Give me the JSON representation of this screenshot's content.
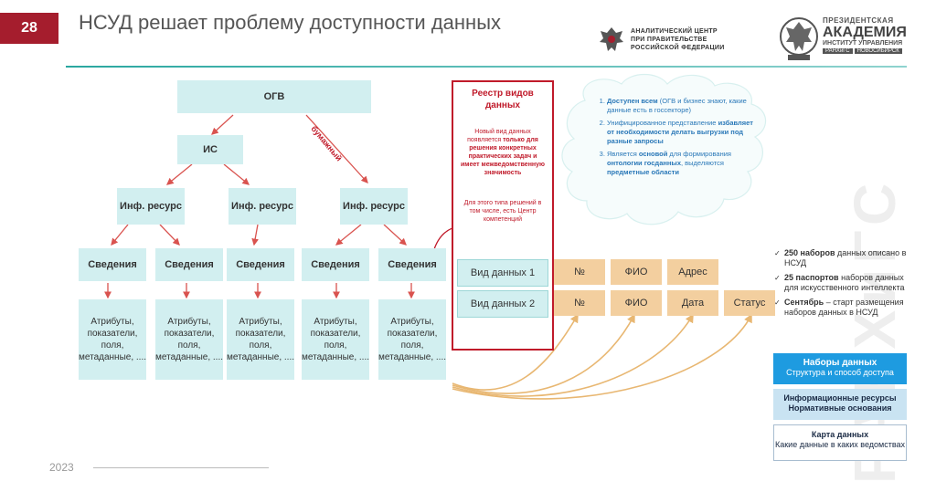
{
  "slide": {
    "number": "28",
    "title": "НСУД решает проблему доступности данных",
    "year": "2023",
    "watermark": "РАНХиГС"
  },
  "logos": {
    "analytic_center": [
      "АНАЛИТИЧЕСКИЙ ЦЕНТР",
      "ПРИ ПРАВИТЕЛЬСТВЕ",
      "РОССИЙСКОЙ ФЕДЕРАЦИИ"
    ],
    "academy": {
      "line1": "ПРЕЗИДЕНТСКАЯ",
      "line2": "АКАДЕМИЯ",
      "line3": "ИНСТИТУТ УПРАВЛЕНИЯ",
      "tag1": "РАНХиГС",
      "tag2": "НОВОСИБИРСК"
    }
  },
  "tree": {
    "ogv": "ОГВ",
    "is": "ИС",
    "paper_label": "бумажный",
    "inf_resource": "Инф. ресурс",
    "svedeniya": "Сведения",
    "attributes": "Атрибуты, показатели, поля, метаданные, ....",
    "colors": {
      "box": "#d2eff0",
      "arrow": "#d9534f"
    }
  },
  "registry": {
    "title": "Реестр видов данных",
    "note1_plain1": "Новый вид данных появляется ",
    "note1_bold": "только для решения конкретных практических задач и имеет межведомственную значимость",
    "note2": "Для этого типа решений в том числе, есть Центр компетенций",
    "color": "#c01a2a"
  },
  "data_types": {
    "type1": "Вид данных 1",
    "type2": "Вид данных 2",
    "row1": [
      "№",
      "ФИО",
      "Адрес"
    ],
    "row2": [
      "№",
      "ФИО",
      "Дата",
      "Статус"
    ],
    "orange_color": "#f3cf9f",
    "curve_color": "#e8b772"
  },
  "cloud": {
    "items": [
      {
        "bold": "Доступен всем",
        "text": " (ОГВ и бизнес знают, какие данные есть в госсекторе)"
      },
      {
        "text": "Унифицированное представление ",
        "bold": "избавляет от необходимости делать выгрузки под разные запросы"
      },
      {
        "text": "Является ",
        "bold": "основой",
        "text2": " для формирования ",
        "bold2": "онтологии госданных",
        "text3": ", выделяются ",
        "bold3": "предметные области"
      }
    ],
    "color": "#2a78b8"
  },
  "stats": [
    {
      "bold": "250 наборов",
      "text": " данных описано в НСУД"
    },
    {
      "bold": "25 паспортов",
      "text": " наборов данных для искусственного интеллекта"
    },
    {
      "bold": "Сентябрь",
      "text": " – старт размещения наборов данных в НСУД"
    }
  ],
  "cards": [
    {
      "title": "Наборы данных",
      "subtitle": "Структура и способ доступа",
      "bg": "#1e9be0",
      "fg": "#ffffff"
    },
    {
      "title": "Информационные ресурсы",
      "subtitle": "Нормативные основания",
      "bg": "#c9e3f2",
      "fg": "#1a2a44"
    },
    {
      "title": "Карта данных",
      "subtitle": "Какие данные в каких ведомствах",
      "bg": "#ffffff",
      "fg": "#1a2a44"
    }
  ]
}
